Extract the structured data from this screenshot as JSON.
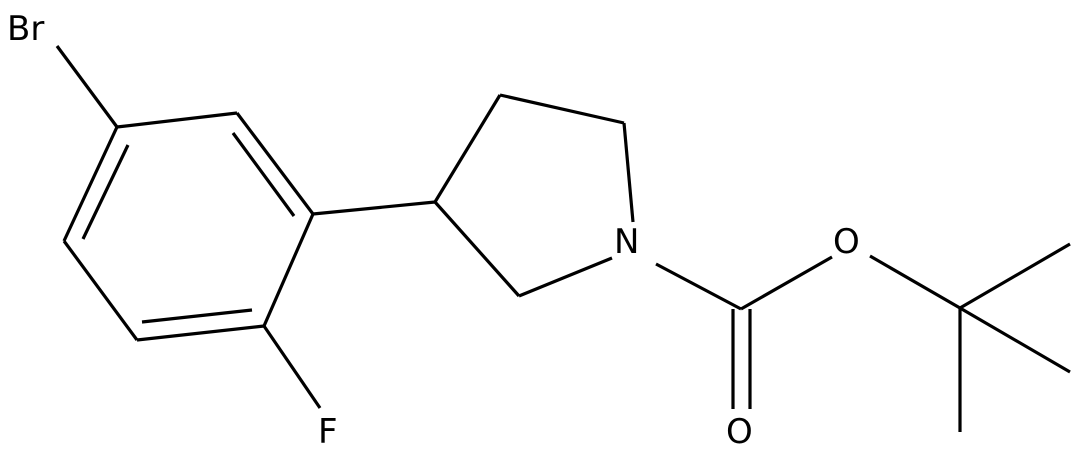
{
  "molecule": {
    "atoms": {
      "br": "Br",
      "f": "F",
      "n": "N",
      "o_ester": "O",
      "o_carbonyl": "O"
    },
    "bond_color": "#000000",
    "label_color": "#000000",
    "background": "#ffffff"
  }
}
